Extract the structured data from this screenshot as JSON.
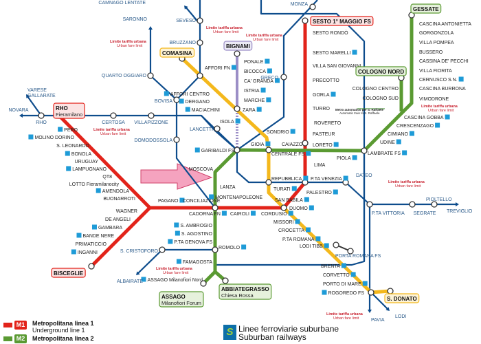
{
  "colors": {
    "m1": "#e2231a",
    "m2": "#5a9a32",
    "m3": "#f4b81c",
    "m5": "#9b8ec6",
    "suburban": "#0d4c8c",
    "fare": "#c8202e",
    "arrow": "#f5a3bf",
    "access": "#1e9bd7"
  },
  "terminals": [
    {
      "name": "RHO",
      "sub": "Fieramilano",
      "line": "m1"
    },
    {
      "name": "BISCEGLIE",
      "sub": "",
      "line": "m1"
    },
    {
      "name": "SESTO 1° MAGGIO FS",
      "sub": "",
      "line": "m1"
    },
    {
      "name": "GESSATE",
      "sub": "",
      "line": "m2"
    },
    {
      "name": "COLOGNO NORD",
      "sub": "",
      "line": "m2"
    },
    {
      "name": "ASSAGO",
      "sub": "Milanofiori Forum",
      "line": "m2"
    },
    {
      "name": "ABBIATEGRASSO",
      "sub": "Chiesa Rossa",
      "line": "m2"
    },
    {
      "name": "COMASINA",
      "sub": "",
      "line": "m3"
    },
    {
      "name": "S. DONATO",
      "sub": "",
      "line": "m3"
    },
    {
      "name": "BIGNAMI",
      "sub": "",
      "line": "m5"
    }
  ],
  "stations": [
    {
      "name": "PERO",
      "access": true
    },
    {
      "name": "MOLINO DORINO",
      "access": true
    },
    {
      "name": "S. LEONARDO"
    },
    {
      "name": "BONOLA",
      "access": true
    },
    {
      "name": "URUGUAY"
    },
    {
      "name": "LAMPUGNANO",
      "access": true
    },
    {
      "name": "QT8"
    },
    {
      "name": "LOTTO Fieramilanocity"
    },
    {
      "name": "AMENDOLA",
      "access": true
    },
    {
      "name": "BUONARROTI"
    },
    {
      "name": "WAGNER"
    },
    {
      "name": "DE ANGELI"
    },
    {
      "name": "GAMBARA",
      "access": true
    },
    {
      "name": "BANDE NERE",
      "access": true
    },
    {
      "name": "PRIMATICCIO"
    },
    {
      "name": "INGANNI",
      "access": true
    },
    {
      "name": "PAGANO",
      "access": true
    },
    {
      "name": "CONCILIAZIONE"
    },
    {
      "name": "CADORNA FN",
      "access": true
    },
    {
      "name": "CAIROLI",
      "access": true
    },
    {
      "name": "CORDUSIO",
      "access": true
    },
    {
      "name": "DUOMO",
      "access": true
    },
    {
      "name": "SAN BABILA",
      "access": true
    },
    {
      "name": "PALESTRO",
      "access": true
    },
    {
      "name": "P.TA VENEZIA",
      "access": true
    },
    {
      "name": "LIMA"
    },
    {
      "name": "LORETO",
      "access": true
    },
    {
      "name": "PASTEUR"
    },
    {
      "name": "ROVERETO"
    },
    {
      "name": "TURRO"
    },
    {
      "name": "GORLA",
      "access": true
    },
    {
      "name": "PRECOTTO"
    },
    {
      "name": "VILLA SAN GIOVANNI"
    },
    {
      "name": "SESTO MARELLI",
      "access": true
    },
    {
      "name": "SESTO RONDÒ"
    },
    {
      "name": "CASCINA ANTONIETTA"
    },
    {
      "name": "GORGONZOLA"
    },
    {
      "name": "VILLA POMPEA"
    },
    {
      "name": "BUSSERO"
    },
    {
      "name": "CASSINA DE' PECCHI"
    },
    {
      "name": "VILLA FIORITA"
    },
    {
      "name": "CERNUSCO S.N.",
      "access": true
    },
    {
      "name": "CASCINA BURRONA"
    },
    {
      "name": "VIMODRONE"
    },
    {
      "name": "COLOGNO CENTRO"
    },
    {
      "name": "COLOGNO SUD"
    },
    {
      "name": "CASCINA GOBBA",
      "access": true
    },
    {
      "name": "CRESCENZAGO",
      "access": true
    },
    {
      "name": "CIMIANO",
      "access": true
    },
    {
      "name": "UDINE",
      "access": true
    },
    {
      "name": "LAMBRATE FS",
      "access": true
    },
    {
      "name": "PIOLA",
      "access": true
    },
    {
      "name": "CAIAZZO"
    },
    {
      "name": "GIOIA",
      "access": true
    },
    {
      "name": "GARIBALDI FS",
      "access": true
    },
    {
      "name": "MOSCOVA"
    },
    {
      "name": "LANZA"
    },
    {
      "name": "S. AMBROGIO",
      "access": true
    },
    {
      "name": "S. AGOSTINO",
      "access": true
    },
    {
      "name": "P.TA GENOVA FS",
      "access": true
    },
    {
      "name": "ROMOLO",
      "access": true
    },
    {
      "name": "FAMAGOSTA",
      "access": true
    },
    {
      "name": "ASSAGO Milanofiori Nord",
      "access": true
    },
    {
      "name": "AFFORI FN",
      "access": true
    },
    {
      "name": "AFFORI CENTRO",
      "access": true
    },
    {
      "name": "DERGANO",
      "access": true
    },
    {
      "name": "MACIACHINI",
      "access": true
    },
    {
      "name": "ZARA",
      "access": true
    },
    {
      "name": "SONDRIO",
      "access": true
    },
    {
      "name": "CENTRALE FS",
      "access": true
    },
    {
      "name": "REPUBBLICA",
      "access": true
    },
    {
      "name": "TURATI",
      "access": true
    },
    {
      "name": "MONTENAPOLEONE",
      "access": true
    },
    {
      "name": "MISSORI",
      "access": true
    },
    {
      "name": "CROCETTA",
      "access": true
    },
    {
      "name": "P.TA ROMANA",
      "access": true
    },
    {
      "name": "LODI TIBB",
      "access": true
    },
    {
      "name": "BRENTA",
      "access": true
    },
    {
      "name": "CORVETTO",
      "access": true
    },
    {
      "name": "PORTO DI MARE",
      "access": true
    },
    {
      "name": "ROGOREDO FS",
      "access": true
    },
    {
      "name": "PONALE",
      "access": true
    },
    {
      "name": "BICOCCA",
      "access": true
    },
    {
      "name": "CA' GRANDA",
      "access": true
    },
    {
      "name": "ISTRIA",
      "access": true
    },
    {
      "name": "MARCHE",
      "access": true
    },
    {
      "name": "RHO",
      "blue": true
    },
    {
      "name": "CERTOSA",
      "blue": true
    },
    {
      "name": "VILLAPIZZONE",
      "blue": true
    },
    {
      "name": "NOVARA",
      "blue": true
    },
    {
      "name": "VARESE",
      "blue": true
    },
    {
      "name": "GALLARATE",
      "blue": true
    },
    {
      "name": "BOVISA",
      "blue": true
    },
    {
      "name": "DOMODOSSOLA",
      "blue": true
    },
    {
      "name": "LANCETTI",
      "blue": true
    },
    {
      "name": "ISOLA",
      "access": true
    },
    {
      "name": "QUARTO OGGIARO",
      "blue": true
    },
    {
      "name": "SARONNO",
      "blue": true
    },
    {
      "name": "BRUZZANO",
      "blue": true
    },
    {
      "name": "SEVESO",
      "blue": true
    },
    {
      "name": "CAMNAGO LENTATE",
      "blue": true
    },
    {
      "name": "MONZA",
      "blue": true
    },
    {
      "name": "GRECO",
      "blue": true
    },
    {
      "name": "DATEO",
      "blue": true
    },
    {
      "name": "P.TA VITTORIA",
      "blue": true
    },
    {
      "name": "SEGRATE",
      "blue": true
    },
    {
      "name": "PIOLTELLO",
      "blue": true
    },
    {
      "name": "TREVIGLIO",
      "blue": true
    },
    {
      "name": "S. CRISTOFORO",
      "blue": true
    },
    {
      "name": "ALBAIRATE",
      "blue": true
    },
    {
      "name": "PORTA ROMANA FS",
      "blue": true
    },
    {
      "name": "PAVIA",
      "blue": true
    },
    {
      "name": "LODI",
      "blue": true
    }
  ],
  "fare_limit": {
    "it": "Limite tariffa urbana",
    "en": "Urban fare limit"
  },
  "san_raffaele": {
    "it": "Metro automatico per S. Raffaele",
    "en": "Automatic train to S. Raffaele"
  },
  "legend": {
    "m1": {
      "badge": "M1",
      "it": "Metropolitana linea 1",
      "en": "Underground line 1"
    },
    "m2": {
      "badge": "M2",
      "it": "Metropolitana linea 2"
    },
    "s": {
      "badge": "S",
      "it": "Linee ferroviarie suburbane",
      "en": "Suburban railways"
    }
  }
}
